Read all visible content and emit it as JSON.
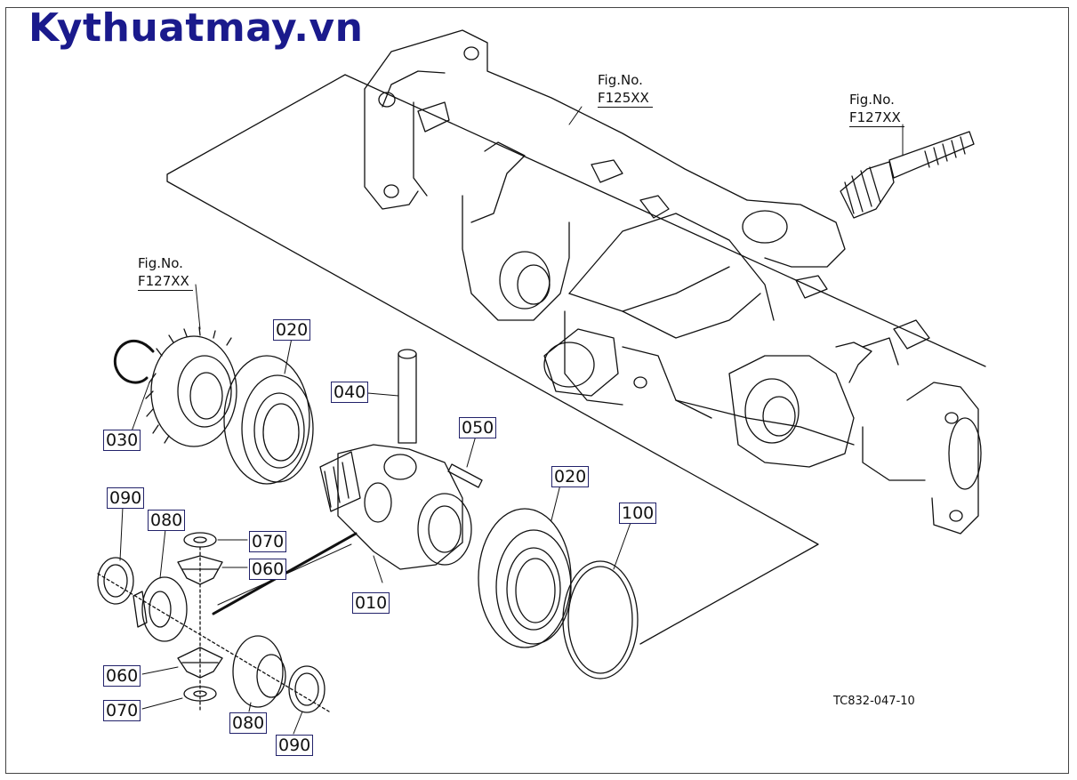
{
  "watermark": "Kythuatmay.vn",
  "figure_refs": [
    {
      "id": "ref-f125",
      "line1": "Fig.No.",
      "line2": "F125XX"
    },
    {
      "id": "ref-f127-right",
      "line1": "Fig.No.",
      "line2": "F127XX"
    },
    {
      "id": "ref-f127-left",
      "line1": "Fig.No.",
      "line2": "F127XX"
    }
  ],
  "callouts": {
    "c020a": "020",
    "c040": "040",
    "c050": "050",
    "c030": "030",
    "c090a": "090",
    "c080a": "080",
    "c070a": "070",
    "c060a": "060",
    "c010": "010",
    "c020b": "020",
    "c100": "100",
    "c060b": "060",
    "c070b": "070",
    "c080b": "080",
    "c090b": "090"
  },
  "drawing_number": "TC832-047-10",
  "colors": {
    "watermark": "#1a1a8c",
    "line": "#111111",
    "callout_border": "#22226a"
  }
}
